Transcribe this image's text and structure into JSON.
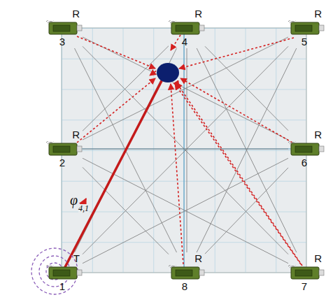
{
  "diagram": {
    "nodes": [
      {
        "text": [
          "R",
          "3"
        ]
      },
      {
        "text": [
          "R",
          "4"
        ]
      },
      {
        "text": [
          "R",
          "5"
        ]
      },
      {
        "text": [
          "R",
          "2"
        ]
      },
      {
        "text": [
          "R",
          "6"
        ]
      },
      {
        "text": [
          "T",
          "1"
        ]
      },
      {
        "text": [
          "R",
          "8"
        ]
      },
      {
        "text": [
          "R",
          "7"
        ]
      }
    ],
    "edges": [
      {
        "from": 5,
        "to": 1,
        "arrow": "none"
      },
      {
        "from": 5,
        "to": 2,
        "arrow": "none"
      },
      {
        "from": 5,
        "to": 4,
        "arrow": "none"
      },
      {
        "from": 3,
        "to": 1,
        "arrow": "none"
      },
      {
        "from": 3,
        "to": 2,
        "arrow": "none"
      },
      {
        "from": 3,
        "to": 4,
        "arrow": "none"
      },
      {
        "from": 3,
        "to": 7,
        "arrow": "none"
      },
      {
        "from": 3,
        "to": 6,
        "arrow": "none"
      },
      {
        "from": 0,
        "to": 4,
        "arrow": "none"
      },
      {
        "from": 0,
        "to": 7,
        "arrow": "none"
      },
      {
        "from": 0,
        "to": 6,
        "arrow": "none"
      },
      {
        "from": 1,
        "to": 4,
        "arrow": "none"
      },
      {
        "from": 1,
        "to": 7,
        "arrow": "none"
      },
      {
        "from": 1,
        "to": 6,
        "arrow": "none"
      },
      {
        "from": 2,
        "to": 6,
        "arrow": "none"
      },
      {
        "from": 4,
        "to": 6,
        "arrow": "none"
      }
    ],
    "labels": [
      "φ",
      "4,1"
    ]
  }
}
